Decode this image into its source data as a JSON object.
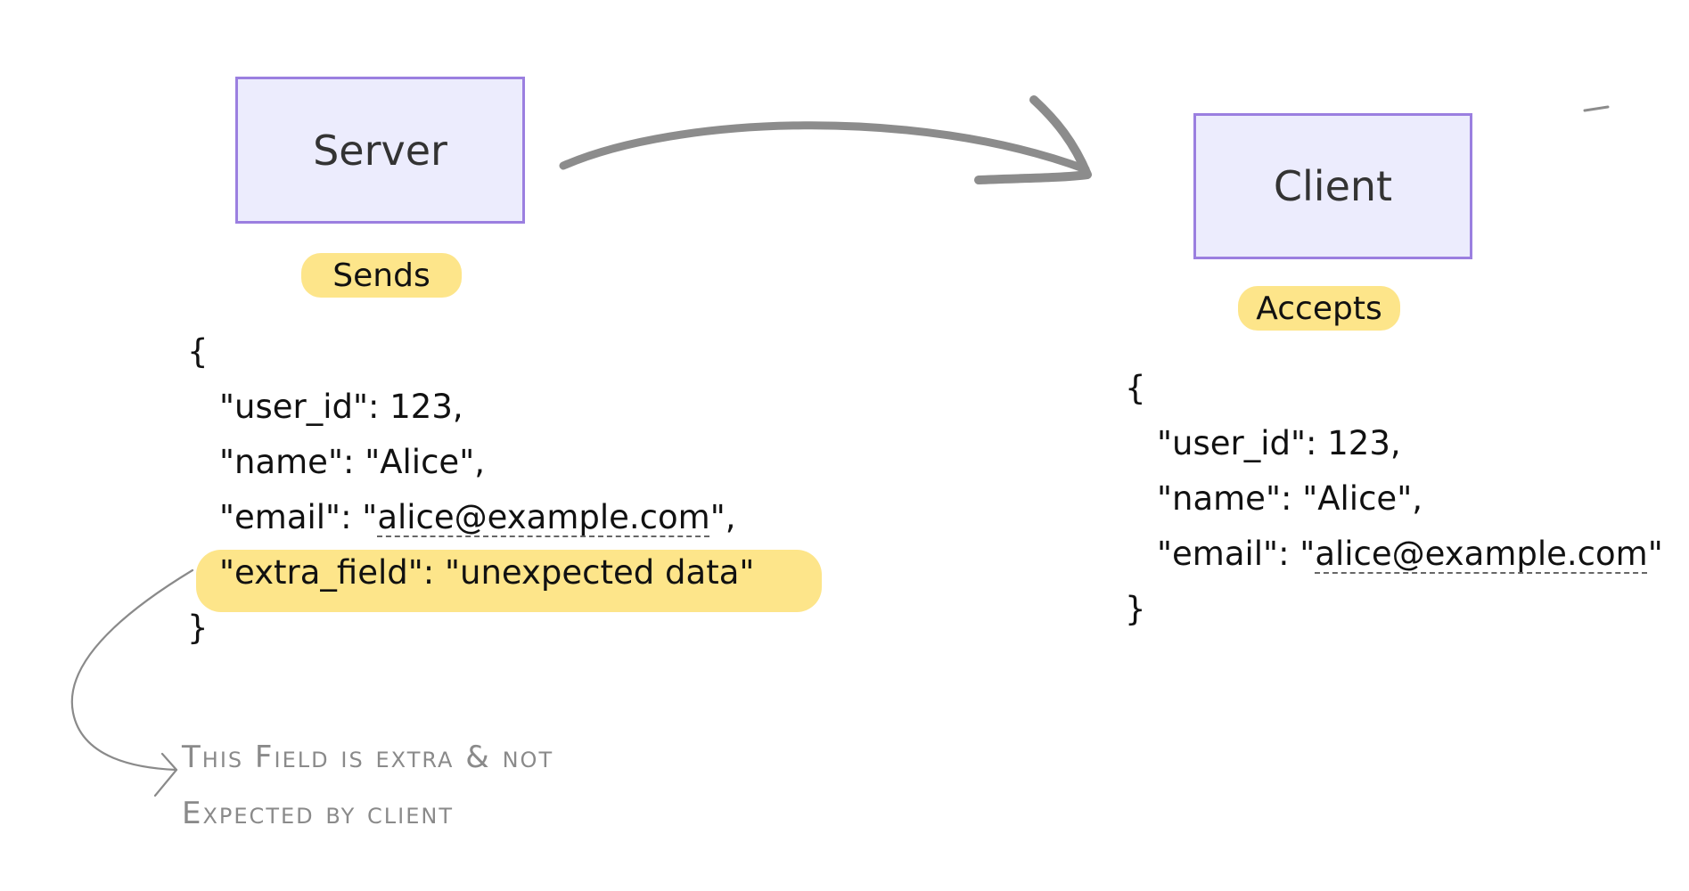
{
  "nodes": {
    "server_label": "Server",
    "client_label": "Client"
  },
  "tags": {
    "sends": "Sends",
    "accepts": "Accepts"
  },
  "server_payload": {
    "open_brace": "{",
    "line_user_id": "\"user_id\": 123,",
    "line_name": "\"name\": \"Alice\",",
    "email_key": "\"email\": \"",
    "email_value": "alice@example.com",
    "email_tail": "\",",
    "line_extra": "\"extra_field\": \"unexpected data\"",
    "close_brace": "}"
  },
  "client_payload": {
    "open_brace": "{",
    "line_user_id": "\"user_id\": 123,",
    "line_name": "\"name\": \"Alice\",",
    "email_key": "\"email\": \"",
    "email_value": "alice@example.com",
    "email_tail": "\"",
    "close_brace": "}"
  },
  "annotation": {
    "line1": "This Field is extra & not",
    "line2": "Expected by client"
  },
  "colors": {
    "node_fill": "#ececfd",
    "node_border": "#9b7fe0",
    "highlight": "#fde58a",
    "arrow": "#8c8c8c",
    "annotation_text": "#8a8a8a"
  }
}
